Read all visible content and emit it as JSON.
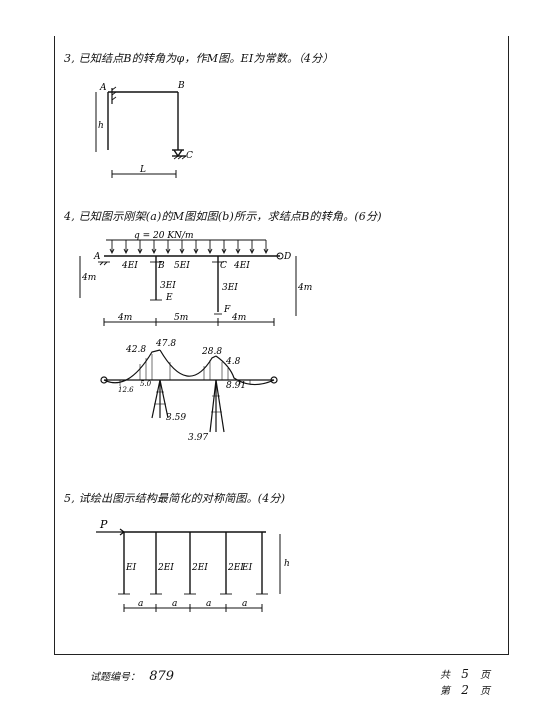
{
  "questions": [
    {
      "number": "3,",
      "text": "已知结点B的转角为φ，作M图。EI为常数。（4分）",
      "labels": {
        "A": "A",
        "B": "B",
        "C": "C",
        "h": "h",
        "L": "L"
      }
    },
    {
      "number": "4,",
      "text": "已知图示刚架(a)的M图如图(b)所示，求结点B的转角。(6分)",
      "labels": {
        "load": "q = 20 KN/m",
        "A": "A",
        "B": "B",
        "C": "C",
        "D": "D",
        "E": "E",
        "F": "F",
        "ei_ab": "4EI",
        "ei_bc": "5EI",
        "ei_cd": "4EI",
        "ei_be": "3EI",
        "ei_cf": "3EI",
        "height_left": "4m",
        "height_right": "4m",
        "span1": "4m",
        "span2": "5m",
        "span3": "4m"
      },
      "moments": {
        "m1": "42.8",
        "m2": "47.8",
        "m3": "28.8",
        "m4": "4.8",
        "m5": "12.6",
        "m6": "5.0",
        "m7": "8.91",
        "m8": "3.59",
        "m9": "3.97"
      }
    },
    {
      "number": "5,",
      "text": "试绘出图示结构最简化的对称简图。(4分)",
      "labels": {
        "P": "P",
        "EI_left": "EI",
        "EI_right": "EI",
        "col2": "2EI",
        "col3": "2EI",
        "col4": "2EI",
        "h": "h",
        "a1": "a",
        "a2": "a",
        "a3": "a",
        "a4": "a"
      }
    }
  ],
  "footer": {
    "exam_no_label": "试题编号：",
    "exam_no": "879",
    "total_label": "共",
    "total_pages": "5",
    "total_unit": "页",
    "page_label": "第",
    "page_no": "2",
    "page_unit": "页"
  }
}
